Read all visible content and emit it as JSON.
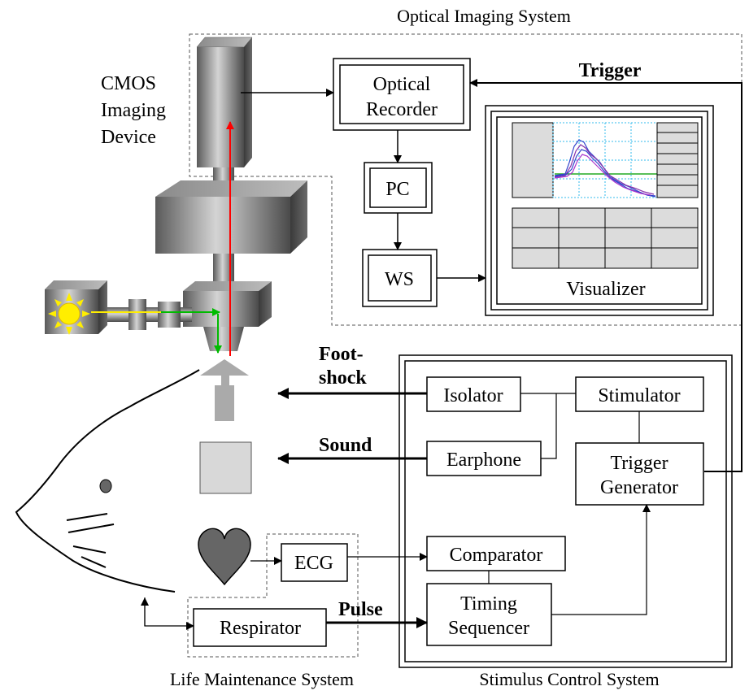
{
  "titles": {
    "optical_imaging_system": "Optical Imaging System",
    "life_maintenance_system": "Life Maintenance System",
    "stimulus_control_system": "Stimulus Control System"
  },
  "device": {
    "cmos_line1": "CMOS",
    "cmos_line2": "Imaging",
    "cmos_line3": "Device"
  },
  "blocks": {
    "optical_recorder_line1": "Optical",
    "optical_recorder_line2": "Recorder",
    "pc": "PC",
    "ws": "WS",
    "visualizer": "Visualizer",
    "isolator": "Isolator",
    "stimulator": "Stimulator",
    "earphone": "Earphone",
    "trigger_generator_line1": "Trigger",
    "trigger_generator_line2": "Generator",
    "comparator": "Comparator",
    "timing_sequencer_line1": "Timing",
    "timing_sequencer_line2": "Sequencer",
    "ecg": "ECG",
    "respirator": "Respirator"
  },
  "signals": {
    "trigger": "Trigger",
    "foot_shock_line1": "Foot-",
    "foot_shock_line2": "shock",
    "sound": "Sound",
    "pulse": "Pulse"
  },
  "colors": {
    "beam_red": "#ff0000",
    "beam_yellow": "#ffee00",
    "beam_green": "#00bb00",
    "trace_blue": "#3344cc",
    "trace_purple": "#8833aa",
    "trace_green": "#22aa22",
    "grid_cyan": "#33bbee",
    "panel_gray": "#dcdcdc",
    "heart_gray": "#666666"
  }
}
